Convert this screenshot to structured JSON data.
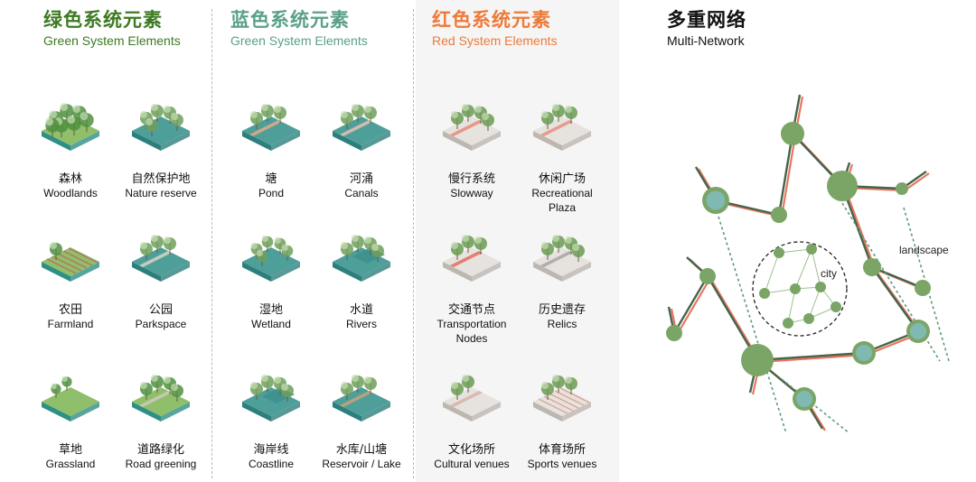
{
  "colors": {
    "green_accent": "#3d7a22",
    "blue_accent": "#5aa08a",
    "red_accent": "#ee7a3a",
    "node_green": "#7aa566",
    "node_teal": "#7fb9b1",
    "line_red": "#e8765f",
    "line_dark": "#46644b"
  },
  "green_system": {
    "title_cn": "绿色系统元素",
    "title_en": "Green System Elements",
    "items": [
      {
        "cn": "森林",
        "en": "Woodlands",
        "icon": "forest-icon"
      },
      {
        "cn": "自然保护地",
        "en": "Nature reserve",
        "icon": "nature-reserve-icon"
      },
      {
        "cn": "农田",
        "en": "Farmland",
        "icon": "farmland-icon"
      },
      {
        "cn": "公园",
        "en": "Parkspace",
        "icon": "park-icon"
      },
      {
        "cn": "草地",
        "en": "Grassland",
        "icon": "grassland-icon"
      },
      {
        "cn": "道路绿化",
        "en": "Road greening",
        "icon": "road-greening-icon"
      }
    ]
  },
  "blue_system": {
    "title_cn": "蓝色系统元素",
    "title_en": "Green System Elements",
    "items": [
      {
        "cn": "塘",
        "en": "Pond",
        "icon": "pond-icon"
      },
      {
        "cn": "河涌",
        "en": "Canals",
        "icon": "canal-icon"
      },
      {
        "cn": "湿地",
        "en": "Wetland",
        "icon": "wetland-icon"
      },
      {
        "cn": "水道",
        "en": "Rivers",
        "icon": "river-icon"
      },
      {
        "cn": "海岸线",
        "en": "Coastline",
        "icon": "coastline-icon"
      },
      {
        "cn": "水库/山塘",
        "en": "Reservoir / Lake",
        "icon": "reservoir-icon"
      }
    ]
  },
  "red_system": {
    "title_cn": "红色系统元素",
    "title_en": "Red System Elements",
    "items": [
      {
        "cn": "慢行系统",
        "en": "Slowway",
        "icon": "slowway-icon"
      },
      {
        "cn": "休闲广场",
        "en": "Recreational Plaza",
        "icon": "plaza-icon"
      },
      {
        "cn": "交通节点",
        "en": "Transportation Nodes",
        "icon": "transport-node-icon"
      },
      {
        "cn": "历史遗存",
        "en": "Relics",
        "icon": "relics-icon"
      },
      {
        "cn": "文化场所",
        "en": "Cultural venues",
        "icon": "cultural-venue-icon"
      },
      {
        "cn": "体育场所",
        "en": "Sports venues",
        "icon": "sports-venue-icon"
      }
    ]
  },
  "network": {
    "title_cn": "多重网络",
    "title_en": "Multi-Network",
    "city_label": "city",
    "landscape_label": "landscape"
  }
}
